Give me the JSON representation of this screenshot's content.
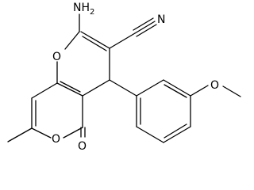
{
  "structure": {
    "atoms": {
      "nh2_label": "NH",
      "nh2_subscript": "2",
      "nitrile_n": "N",
      "ring_oxygen_top": "O",
      "methoxy_oxygen": "O",
      "lactone_ring_oxygen": "O",
      "carbonyl_oxygen": "O"
    }
  }
}
